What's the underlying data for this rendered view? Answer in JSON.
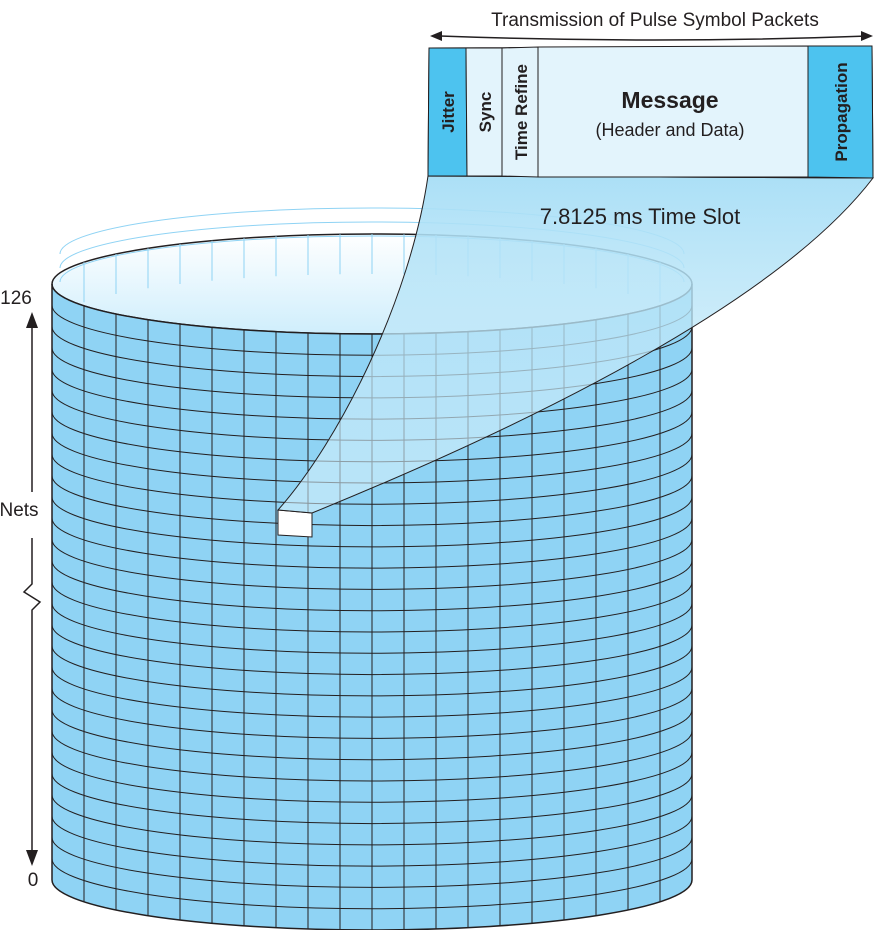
{
  "title": "Transmission of Pulse Symbol Packets",
  "packet": {
    "fields": [
      {
        "key": "jitter",
        "label": "Jitter"
      },
      {
        "key": "sync",
        "label": "Sync"
      },
      {
        "key": "time_refine",
        "label": "Time Refine"
      },
      {
        "key": "message",
        "label": "Message",
        "sublabel": "(Header and Data)"
      },
      {
        "key": "propagation",
        "label": "Propagation"
      }
    ]
  },
  "time_slot_label": "7.8125 ms Time Slot",
  "axis": {
    "top_label": "126",
    "middle_label": "Nets",
    "bottom_label": "0"
  },
  "colors": {
    "cylinder_face": "#8fd3f4",
    "grid_line": "#231f20",
    "accent_field": "#4dc3ef",
    "light_field": "#e3f4fc",
    "callout": "#bde6f8"
  }
}
